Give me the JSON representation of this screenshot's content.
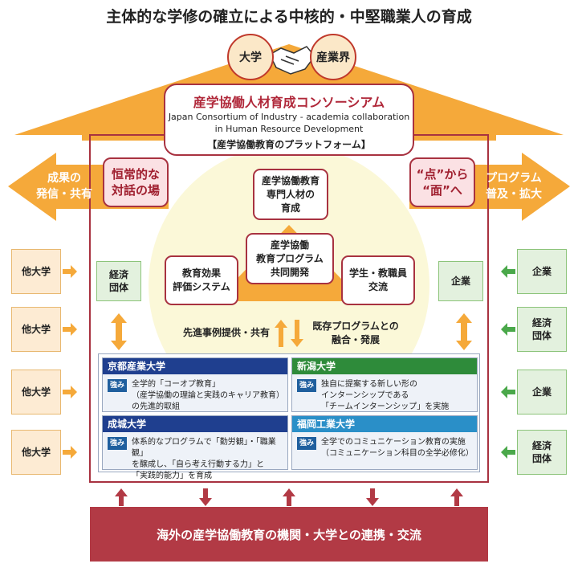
{
  "title": "主体的な学修の確立による中核的・中堅職業人の育成",
  "partners": {
    "left": "大学",
    "right": "産業界"
  },
  "consortium": {
    "name": "産学協働人材育成コンソーシアム",
    "english_line1": "Japan Consortium of Industry - academia collaboration",
    "english_line2": "in Human Resource Development",
    "platform": "【産学協働教育のプラットフォーム】"
  },
  "left_arrow": {
    "line1": "成果の",
    "line2": "発信・共有"
  },
  "left_box": {
    "line1": "恒常的な",
    "line2": "対話の場"
  },
  "right_box": {
    "line1": "“点”から",
    "line2": "“面”へ"
  },
  "right_arrow": {
    "line1": "プログラム",
    "line2": "普及・拡大"
  },
  "center": {
    "top": {
      "line1": "産学協働教育",
      "line2": "専門人材の",
      "line3": "育成"
    },
    "middle": {
      "line1": "産学協働",
      "line2": "教育プログラム",
      "line3": "共同開発"
    },
    "left": {
      "line1": "教育効果",
      "line2": "評価システム"
    },
    "right": {
      "line1": "学生・教職員",
      "line2": "交流"
    }
  },
  "labels": {
    "left": "先進事例提供・共有",
    "right_line1": "既存プログラムとの",
    "right_line2": "融合・発展"
  },
  "inner_left": {
    "line1": "経済",
    "line2": "団体"
  },
  "inner_right": "企業",
  "outer_left": [
    "他大学",
    "他大学",
    "他大学",
    "他大学"
  ],
  "outer_right": [
    {
      "line1": "企業",
      "line2": ""
    },
    {
      "line1": "経済",
      "line2": "団体"
    },
    {
      "line1": "企業",
      "line2": ""
    },
    {
      "line1": "経済",
      "line2": "団体"
    }
  ],
  "strength_tag": "強み",
  "universities": [
    {
      "name": "京都産業大学",
      "color": "#1f3f8f",
      "text": "全学的「コーオプ教育」\n（産学協働の理論と実践のキャリア教育）\nの先進的取組"
    },
    {
      "name": "新潟大学",
      "color": "#2e8b3a",
      "text": "独自に提案する新しい形の\nインターンシップである\n「チームインターンシップ」を実施"
    },
    {
      "name": "成城大学",
      "color": "#1f3f8f",
      "text": "体系的なプログラムで「勤労観」・「職業観」\nを醸成し、「自ら考え行動する力」と\n「実践的能力」を育成"
    },
    {
      "name": "福岡工業大学",
      "color": "#2a8fc8",
      "text": "全学でのコミュニケーション教育の実施\n（コミュニケーション科目の全学必修化）"
    }
  ],
  "bottom_banner": "海外の産学協働教育の機関・大学との連携・交流",
  "colors": {
    "accent": "#a83240",
    "orange": "#f5a93a",
    "banner": "#b23a45"
  }
}
